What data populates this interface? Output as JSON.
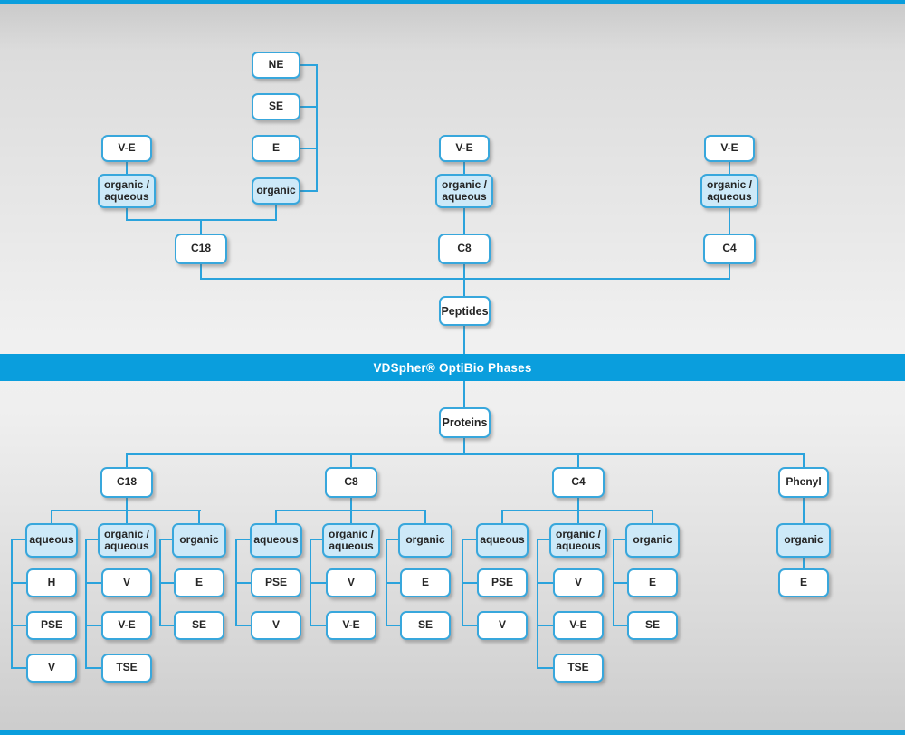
{
  "banner": {
    "title": "VDSpher® OptiBio Phases"
  },
  "colors": {
    "accent_blue": "#0a9edd",
    "line_blue": "#2ba3dc",
    "box_border": "#38a7dc",
    "highlight_fill": "#cde9f8",
    "box_fill": "#ffffff",
    "text": "#252525"
  },
  "peptides": {
    "root_label": "Peptides",
    "groups": {
      "c18": {
        "label": "C18",
        "organic_aqueous": {
          "label": "organic / aqueous",
          "precursor": "V-E"
        },
        "organic": {
          "label": "organic",
          "phases": [
            "NE",
            "SE",
            "E"
          ]
        }
      },
      "c8": {
        "label": "C8",
        "organic_aqueous": {
          "label": "organic / aqueous",
          "precursor": "V-E"
        }
      },
      "c4": {
        "label": "C4",
        "organic_aqueous": {
          "label": "organic / aqueous",
          "precursor": "V-E"
        }
      }
    }
  },
  "proteins": {
    "root_label": "Proteins",
    "groups": {
      "c18": {
        "label": "C18",
        "aqueous": {
          "label": "aqueous",
          "phases": [
            "H",
            "PSE",
            "V"
          ]
        },
        "organic_aqueous": {
          "label": "organic / aqueous",
          "phases": [
            "V",
            "V-E",
            "TSE"
          ]
        },
        "organic": {
          "label": "organic",
          "phases": [
            "E",
            "SE"
          ]
        }
      },
      "c8": {
        "label": "C8",
        "aqueous": {
          "label": "aqueous",
          "phases": [
            "PSE",
            "V"
          ]
        },
        "organic_aqueous": {
          "label": "organic / aqueous",
          "phases": [
            "V",
            "V-E"
          ]
        },
        "organic": {
          "label": "organic",
          "phases": [
            "E",
            "SE"
          ]
        }
      },
      "c4": {
        "label": "C4",
        "aqueous": {
          "label": "aqueous",
          "phases": [
            "PSE",
            "V"
          ]
        },
        "organic_aqueous": {
          "label": "organic / aqueous",
          "phases": [
            "V",
            "V-E",
            "TSE"
          ]
        },
        "organic": {
          "label": "organic",
          "phases": [
            "E",
            "SE"
          ]
        }
      },
      "phenyl": {
        "label": "Phenyl",
        "organic": {
          "label": "organic",
          "phases": [
            "E"
          ]
        }
      }
    }
  }
}
